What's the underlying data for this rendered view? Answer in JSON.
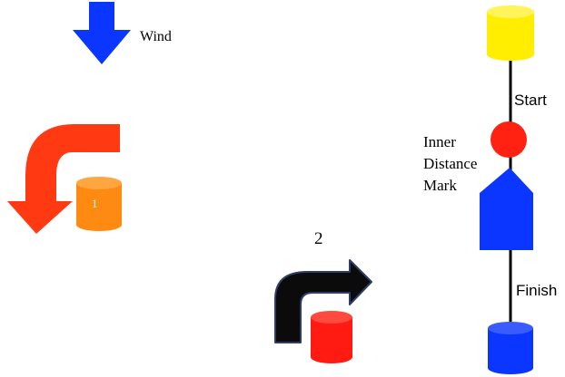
{
  "labels": {
    "wind": "Wind",
    "start": "Start",
    "inner_distance_mark": [
      "Inner",
      "Distance",
      "Mark"
    ],
    "finish": "Finish",
    "step_1": "1",
    "step_2": "2"
  },
  "colors": {
    "wind_arrow": "#0a36ff",
    "turn_arrow": "#ff3a12",
    "curve_arrow": "#0b0b0b",
    "curve_arrow_outline": "#2e3f66",
    "cylinder_orange": "#ff8a12",
    "cylinder_red": "#ff1a12",
    "top_buoy": "#ffee00",
    "inner_mark": "#ff2212",
    "pentagon_mark": "#0a36ff",
    "finish_buoy": "#0a36ff",
    "course_line": "#000000"
  }
}
